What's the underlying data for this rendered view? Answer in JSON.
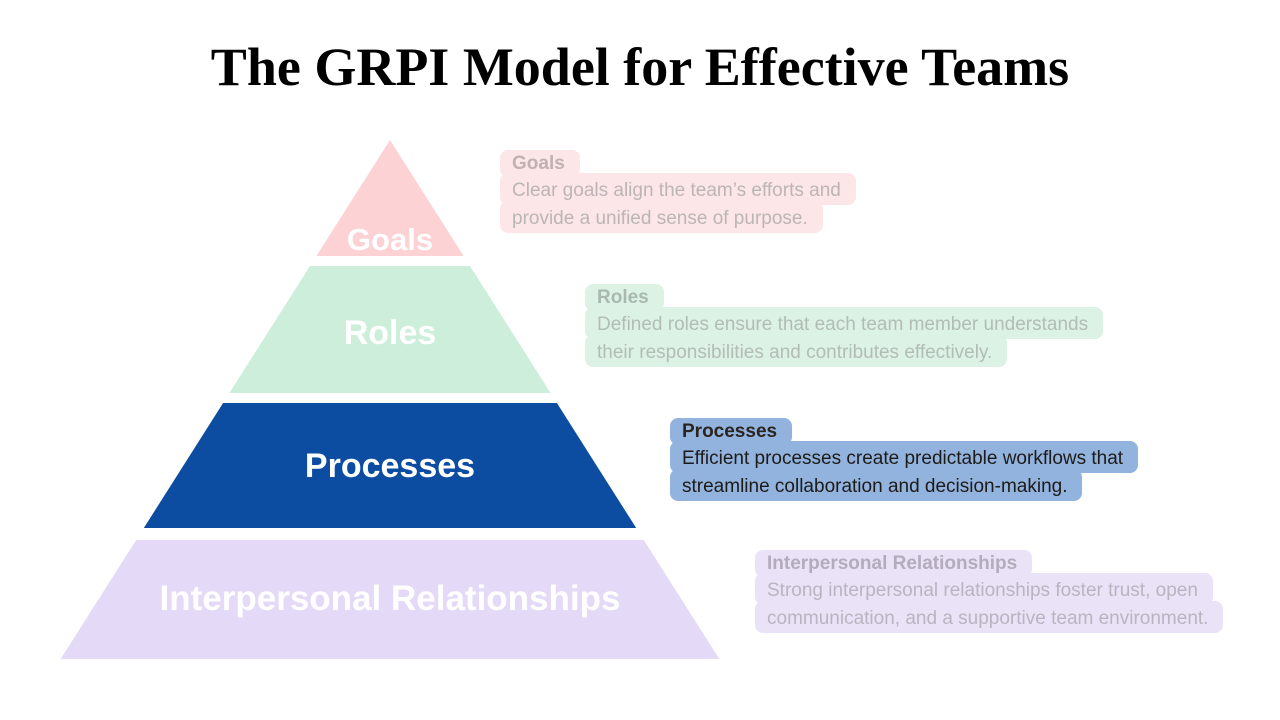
{
  "page_title": "The GRPI Model for Effective Teams",
  "background_color": "#ffffff",
  "pyramid": {
    "label_text_color": "#ffffff",
    "levels": [
      {
        "id": "goals",
        "label": "Goals",
        "color": "#fcd2d4",
        "state": "faded"
      },
      {
        "id": "roles",
        "label": "Roles",
        "color": "#cceeda",
        "state": "faded"
      },
      {
        "id": "processes",
        "label": "Processes",
        "color": "#0c4da2",
        "state": "active"
      },
      {
        "id": "interpersonal",
        "label": "Interpersonal Relationships",
        "color": "#e4daf8",
        "state": "faded"
      }
    ]
  },
  "annotations": [
    {
      "id": "goals",
      "title": "Goals",
      "line1": "Clear goals align the team’s efforts and",
      "line2": "provide a unified sense of purpose.",
      "bg": "#fce6e7",
      "title_color": "#c0b1b3",
      "text_color": "#bcb5b6",
      "state": "faded"
    },
    {
      "id": "roles",
      "title": "Roles",
      "line1": "Defined roles ensure that each team member understands",
      "line2": "their responsibilities and contributes effectively.",
      "bg": "#dcf2e5",
      "title_color": "#a9b9b0",
      "text_color": "#b2bdb6",
      "state": "faded"
    },
    {
      "id": "processes",
      "title": "Processes",
      "line1": "Efficient processes create predictable workflows that",
      "line2": "streamline collaboration and decision-making.",
      "bg": "#92b3de",
      "title_color": "#2b2420",
      "text_color": "#1d1b18",
      "state": "active"
    },
    {
      "id": "interpersonal",
      "title": "Interpersonal Relationships",
      "line1": "Strong interpersonal relationships foster trust, open",
      "line2": "communication, and a supportive team environment.",
      "bg": "#eae2f7",
      "title_color": "#b4abbd",
      "text_color": "#bab4c0",
      "state": "faded"
    }
  ]
}
